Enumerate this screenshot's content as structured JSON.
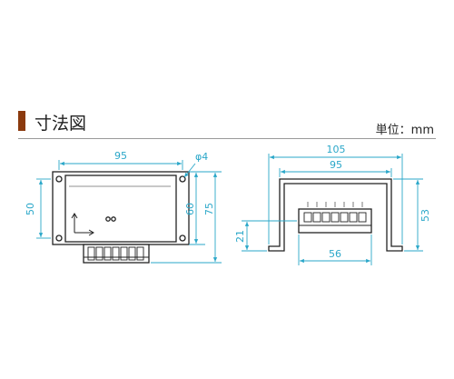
{
  "header": {
    "title": "寸法図",
    "unit": "単位：mm"
  },
  "colors": {
    "accent": "#8B3A0E",
    "dimension": "#2AA7C9",
    "outline": "#222222",
    "rule": "#9A9A9A"
  },
  "front_view": {
    "width_label": "95",
    "height_label": "50",
    "depth_label": "60",
    "total_height_label": "75",
    "hole_label": "φ4"
  },
  "side_view": {
    "overall_width_label": "105",
    "width_label": "95",
    "height_label": "53",
    "foot_height_label": "21",
    "terminal_span_label": "56"
  }
}
